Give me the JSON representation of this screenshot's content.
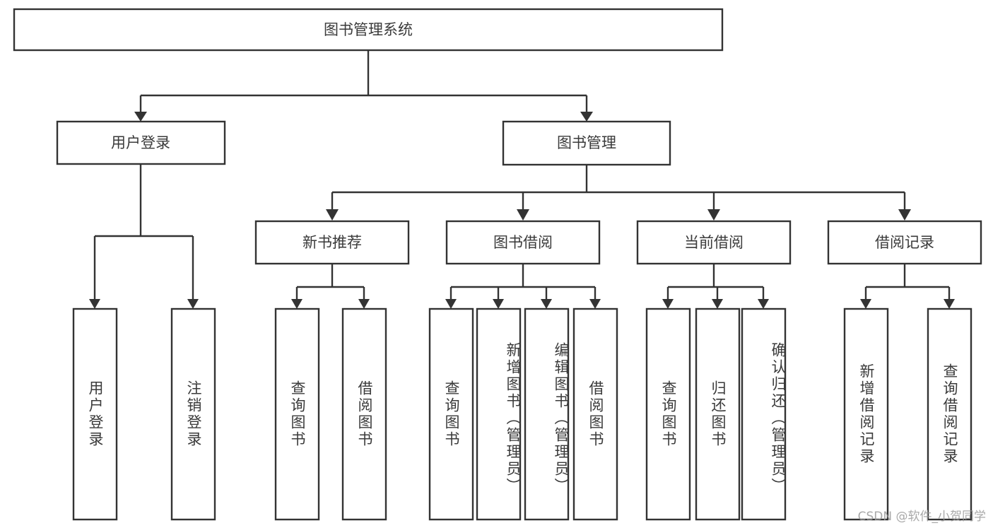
{
  "diagram": {
    "type": "tree-hierarchy",
    "title": "图书管理系统",
    "root": {
      "label": "图书管理系统",
      "orientation": "horizontal"
    },
    "level1": [
      {
        "label": "用户登录",
        "orientation": "horizontal"
      },
      {
        "label": "图书管理",
        "orientation": "horizontal"
      }
    ],
    "level2": [
      {
        "label": "新书推荐",
        "orientation": "horizontal",
        "parent": "图书管理"
      },
      {
        "label": "图书借阅",
        "orientation": "horizontal",
        "parent": "图书管理"
      },
      {
        "label": "当前借阅",
        "orientation": "horizontal",
        "parent": "图书管理"
      },
      {
        "label": "借阅记录",
        "orientation": "horizontal",
        "parent": "图书管理"
      }
    ],
    "leaves": {
      "user_login": [
        {
          "label": "用户登录",
          "orientation": "vertical"
        },
        {
          "label": "注销登录",
          "orientation": "vertical"
        }
      ],
      "new_book_recommend": [
        {
          "label": "查询图书",
          "orientation": "vertical"
        },
        {
          "label": "借阅图书",
          "orientation": "vertical"
        }
      ],
      "book_borrow": [
        {
          "label": "查询图书",
          "orientation": "vertical"
        },
        {
          "label": "新增图书（管理员）",
          "orientation": "vertical"
        },
        {
          "label": "编辑图书（管理员）",
          "orientation": "vertical"
        },
        {
          "label": "借阅图书",
          "orientation": "vertical"
        }
      ],
      "current_borrow": [
        {
          "label": "查询图书",
          "orientation": "vertical"
        },
        {
          "label": "归还图书",
          "orientation": "vertical"
        },
        {
          "label": "确认归还（管理员）",
          "orientation": "vertical"
        }
      ],
      "borrow_record": [
        {
          "label": "新增借阅记录",
          "orientation": "vertical"
        },
        {
          "label": "查询借阅记录",
          "orientation": "vertical"
        }
      ]
    }
  },
  "watermark": {
    "text": "CSDN @软件_小贺同学"
  },
  "colors": {
    "stroke": "#333333",
    "box_fill": "#ffffff",
    "text": "#3a3a3a",
    "watermark": "#9a9a9a",
    "background": "#ffffff"
  }
}
